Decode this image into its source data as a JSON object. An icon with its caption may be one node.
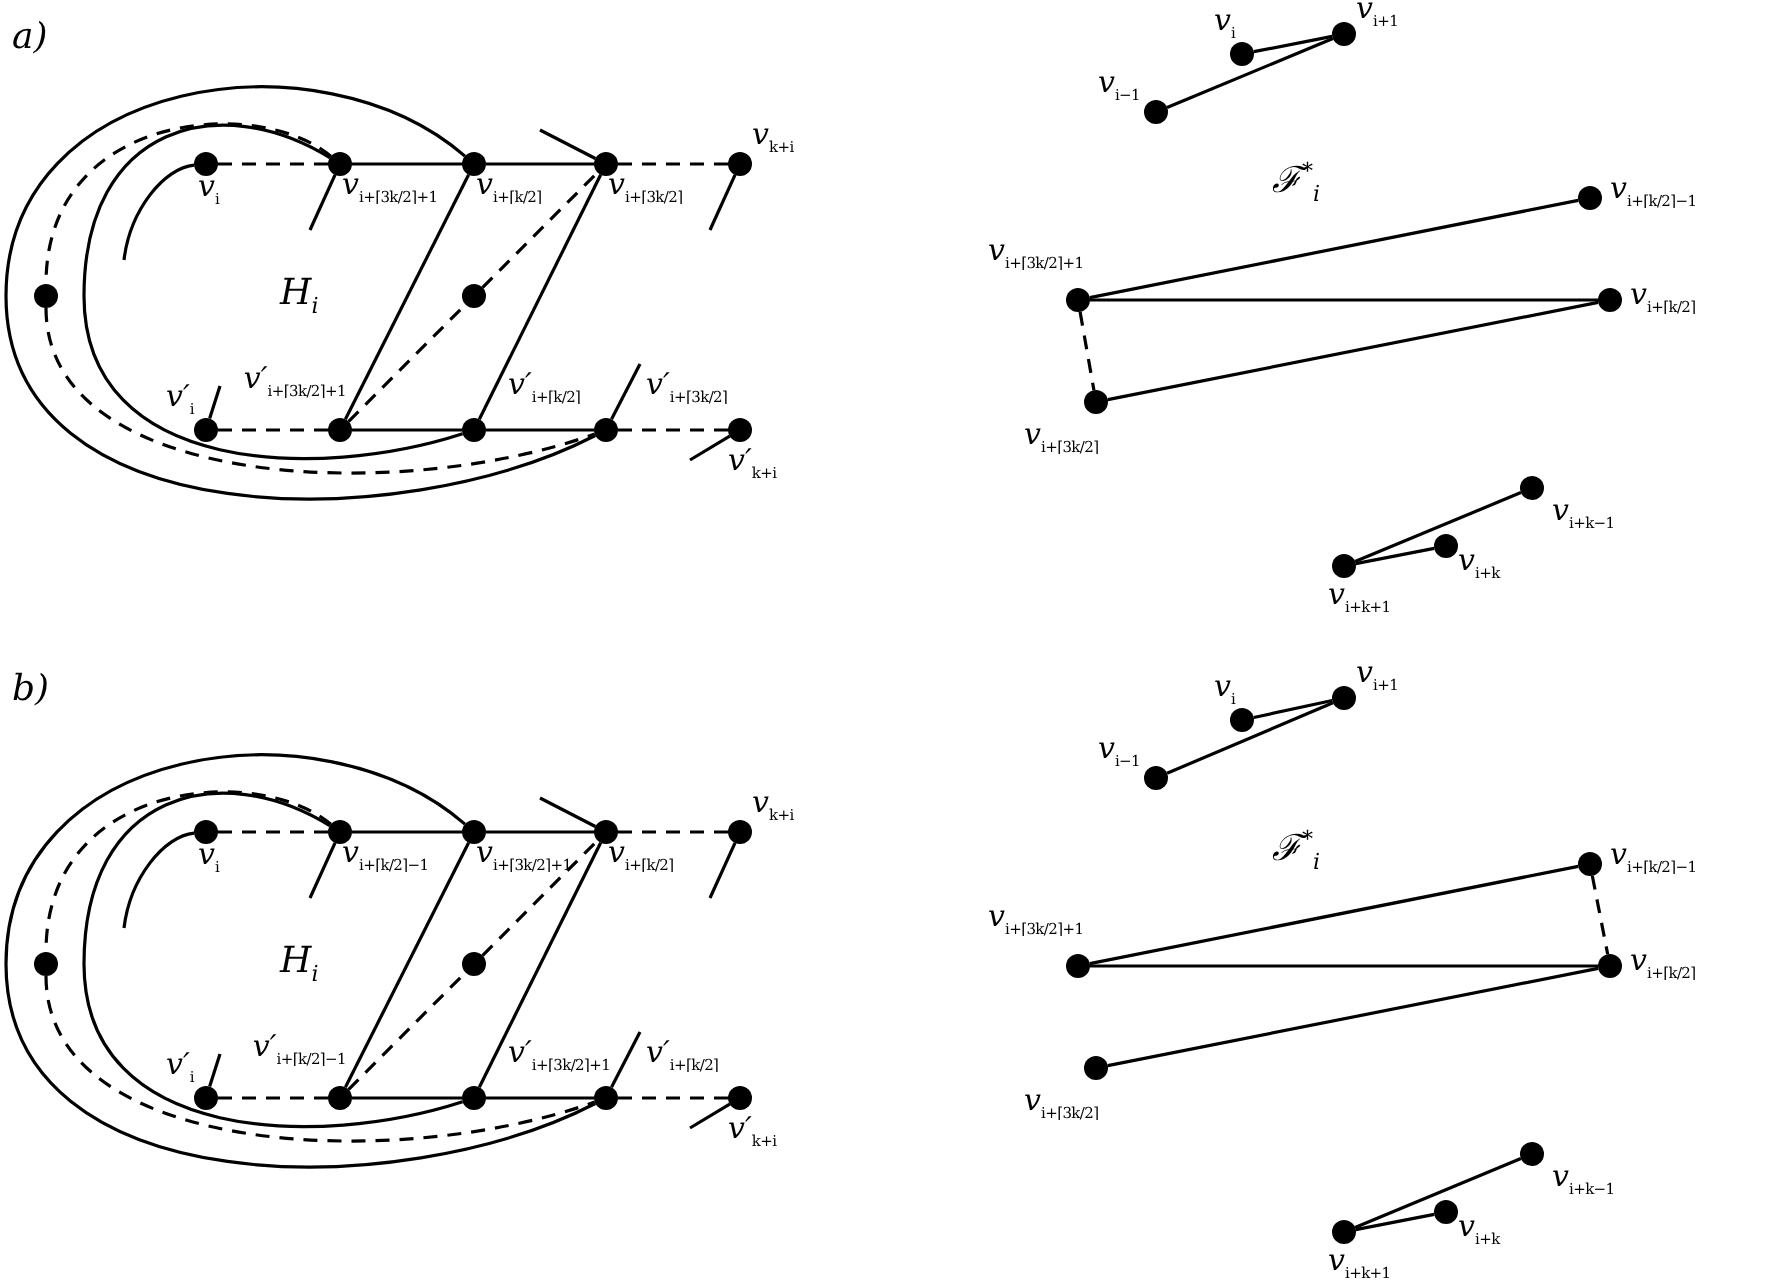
{
  "diagram": {
    "nodes": [
      {
        "text": [
          "v$_{i}$"
        ]
      },
      {
        "text": [
          "v$_{i+⌈3k/2⌉+1}$"
        ]
      },
      {
        "text": [
          "v$_{i+⌈k/2⌉}$"
        ]
      },
      {
        "text": [
          "v$_{i+⌈3k/2⌉}$"
        ]
      },
      {
        "text": [
          "v$_{k+i}$"
        ]
      },
      {
        "text": [],
        "shape": "circle"
      },
      {
        "text": [],
        "shape": "circle"
      },
      {
        "text": [
          "v′$_{i}$"
        ]
      },
      {
        "text": [
          "v′$_{i+⌈3k/2⌉+1}$"
        ]
      },
      {
        "text": [
          "v′$_{i+⌈k/2⌉}$"
        ]
      },
      {
        "text": [
          "v′$_{i+⌈3k/2⌉}$"
        ]
      },
      {
        "text": [
          "v′$_{k+i}$"
        ]
      },
      {
        "text": [
          "v$_{i+1}$"
        ]
      },
      {
        "text": [
          "v$_{i}$"
        ]
      },
      {
        "text": [
          "v$_{i−1}$"
        ]
      },
      {
        "text": [
          "v$_{i+⌈k/2⌉−1}$"
        ]
      },
      {
        "text": [
          "v$_{i+⌈3k/2⌉+1}$"
        ]
      },
      {
        "text": [
          "v$_{i+⌈k/2⌉}$"
        ]
      },
      {
        "text": [
          "v$_{i+⌈3k/2⌉}$"
        ]
      },
      {
        "text": [
          "v$_{i+k−1}$"
        ]
      },
      {
        "text": [
          "v$_{i+k}$"
        ]
      },
      {
        "text": [
          "v$_{i+k+1}$"
        ]
      },
      {
        "text": [
          "v$_{i}$"
        ]
      },
      {
        "text": [
          "v$_{i+⌈k/2⌉−1}$"
        ]
      },
      {
        "text": [
          "v$_{i+⌈3k/2⌉+1}$"
        ]
      },
      {
        "text": [
          "v$_{i+⌈k/2⌉}$"
        ]
      },
      {
        "text": [
          "v$_{k+i}$"
        ]
      },
      {
        "text": [],
        "shape": "circle"
      },
      {
        "text": [],
        "shape": "circle"
      },
      {
        "text": [
          "v′$_{i}$"
        ]
      },
      {
        "text": [
          "v′$_{i+⌈k/2⌉−1}$"
        ]
      },
      {
        "text": [
          "v′$_{i+⌈3k/2⌉+1}$"
        ]
      },
      {
        "text": [
          "v′$_{i+⌈k/2⌉}$"
        ]
      },
      {
        "text": [
          "v′$_{k+i}$"
        ]
      },
      {
        "text": [
          "v$_{i+1}$"
        ]
      },
      {
        "text": [
          "v$_{i}$"
        ]
      },
      {
        "text": [
          "v$_{i−1}$"
        ]
      },
      {
        "text": [
          "v$_{i+⌈k/2⌉−1}$"
        ]
      },
      {
        "text": [
          "v$_{i+⌈3k/2⌉+1}$"
        ]
      },
      {
        "text": [
          "v$_{i+⌈k/2⌉}$"
        ]
      },
      {
        "text": [
          "v$_{i+⌈3k/2⌉}$"
        ]
      },
      {
        "text": [
          "v$_{i+k−1}$"
        ]
      },
      {
        "text": [
          "v$_{i+k}$"
        ]
      },
      {
        "text": [
          "v$_{i+k+1}$"
        ]
      }
    ],
    "edges": [
      {
        "from": 0,
        "to": 1,
        "arrow": "none",
        "style": "dashed"
      },
      {
        "from": 1,
        "to": 2,
        "arrow": "none"
      },
      {
        "from": 2,
        "to": 3,
        "arrow": "none"
      },
      {
        "from": 3,
        "to": 4,
        "arrow": "none",
        "style": "dashed"
      },
      {
        "from": 7,
        "to": 8,
        "arrow": "none",
        "style": "dashed"
      },
      {
        "from": 8,
        "to": 9,
        "arrow": "none"
      },
      {
        "from": 9,
        "to": 10,
        "arrow": "none"
      },
      {
        "from": 10,
        "to": 11,
        "arrow": "none",
        "style": "dashed"
      },
      {
        "from": 8,
        "to": 2,
        "arrow": "none"
      },
      {
        "from": 9,
        "to": 3,
        "arrow": "none"
      },
      {
        "from": 8,
        "to": 6,
        "arrow": "none",
        "style": "dashed"
      },
      {
        "from": 6,
        "to": 3,
        "arrow": "none",
        "style": "dashed"
      },
      {
        "from": 1,
        "to": 5,
        "arrow": "none",
        "style": "dashed"
      },
      {
        "from": 5,
        "to": 10,
        "arrow": "none",
        "style": "dashed"
      },
      {
        "from": 1,
        "to": 9,
        "arrow": "none"
      },
      {
        "from": 2,
        "to": 10,
        "arrow": "none"
      },
      {
        "from": 0,
        "to": null,
        "arrow": "none"
      },
      {
        "from": 1,
        "to": null,
        "arrow": "none"
      },
      {
        "from": 3,
        "to": null,
        "arrow": "none"
      },
      {
        "from": 4,
        "to": null,
        "arrow": "none"
      },
      {
        "from": 7,
        "to": null,
        "arrow": "none"
      },
      {
        "from": 10,
        "to": null,
        "arrow": "none"
      },
      {
        "from": 11,
        "to": null,
        "arrow": "none"
      },
      {
        "from": 13,
        "to": 12,
        "arrow": "none"
      },
      {
        "from": 14,
        "to": 12,
        "arrow": "none"
      },
      {
        "from": 16,
        "to": 15,
        "arrow": "none"
      },
      {
        "from": 16,
        "to": 17,
        "arrow": "none"
      },
      {
        "from": 18,
        "to": 17,
        "arrow": "none"
      },
      {
        "from": 16,
        "to": 18,
        "arrow": "none",
        "style": "dashed"
      },
      {
        "from": 21,
        "to": 19,
        "arrow": "none"
      },
      {
        "from": 21,
        "to": 20,
        "arrow": "none"
      },
      {
        "from": 22,
        "to": 23,
        "arrow": "none",
        "style": "dashed"
      },
      {
        "from": 23,
        "to": 24,
        "arrow": "none"
      },
      {
        "from": 24,
        "to": 25,
        "arrow": "none"
      },
      {
        "from": 25,
        "to": 26,
        "arrow": "none",
        "style": "dashed"
      },
      {
        "from": 29,
        "to": 30,
        "arrow": "none",
        "style": "dashed"
      },
      {
        "from": 30,
        "to": 31,
        "arrow": "none"
      },
      {
        "from": 31,
        "to": 32,
        "arrow": "none"
      },
      {
        "from": 32,
        "to": 33,
        "arrow": "none",
        "style": "dashed"
      },
      {
        "from": 30,
        "to": 24,
        "arrow": "none"
      },
      {
        "from": 31,
        "to": 25,
        "arrow": "none"
      },
      {
        "from": 30,
        "to": 28,
        "arrow": "none",
        "style": "dashed"
      },
      {
        "from": 28,
        "to": 25,
        "arrow": "none",
        "style": "dashed"
      },
      {
        "from": 23,
        "to": 27,
        "arrow": "none",
        "style": "dashed"
      },
      {
        "from": 27,
        "to": 32,
        "arrow": "none",
        "style": "dashed"
      },
      {
        "from": 23,
        "to": 31,
        "arrow": "none"
      },
      {
        "from": 24,
        "to": 32,
        "arrow": "none"
      },
      {
        "from": 22,
        "to": null,
        "arrow": "none"
      },
      {
        "from": 23,
        "to": null,
        "arrow": "none"
      },
      {
        "from": 25,
        "to": null,
        "arrow": "none"
      },
      {
        "from": 26,
        "to": null,
        "arrow": "none"
      },
      {
        "from": 29,
        "to": null,
        "arrow": "none"
      },
      {
        "from": 32,
        "to": null,
        "arrow": "none"
      },
      {
        "from": 33,
        "to": null,
        "arrow": "none"
      },
      {
        "from": 35,
        "to": 34,
        "arrow": "none"
      },
      {
        "from": 36,
        "to": 34,
        "arrow": "none"
      },
      {
        "from": 38,
        "to": 37,
        "arrow": "none"
      },
      {
        "from": 38,
        "to": 39,
        "arrow": "none"
      },
      {
        "from": 40,
        "to": 39,
        "arrow": "none"
      },
      {
        "from": 37,
        "to": 39,
        "arrow": "none",
        "style": "dashed"
      },
      {
        "from": 43,
        "to": 41,
        "arrow": "none"
      },
      {
        "from": 43,
        "to": 42,
        "arrow": "none"
      }
    ],
    "labels": [
      "a)",
      "H$_{i}$",
      "ℱ$^{*}$$_{i}$",
      "b)",
      "H$_{i}$",
      "ℱ$^{*}$$_{i}$"
    ]
  }
}
